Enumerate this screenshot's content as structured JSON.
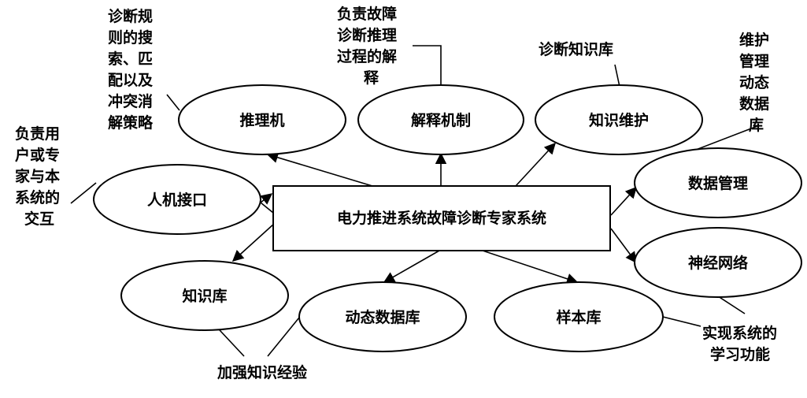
{
  "nodes": {
    "center": "电力推进系统故障诊断专家系统",
    "inference_engine": "推理机",
    "explanation": "解释机制",
    "knowledge_maintenance": "知识维护",
    "data_management": "数据管理",
    "neural_network": "神经网络",
    "sample_base": "样本库",
    "dynamic_database": "动态数据库",
    "knowledge_base": "知识库",
    "hci": "人机接口"
  },
  "annotations": {
    "inference_engine": [
      "诊断规",
      "则的搜",
      "索、匹",
      "配以及",
      "冲突消",
      "解策略"
    ],
    "explanation": [
      "负责故障",
      "诊断推理",
      "过程的解",
      "释"
    ],
    "knowledge_maintenance": [
      "诊断知识库"
    ],
    "data_management": [
      "维护",
      "管理",
      "动态",
      "数据",
      "库"
    ],
    "neural_network": [
      "实现系统的",
      "学习功能"
    ],
    "knowledge_experience": [
      "加强知识经验"
    ],
    "hci": [
      "负责用",
      "户或专",
      "家与本",
      "系统的",
      "交互"
    ]
  }
}
